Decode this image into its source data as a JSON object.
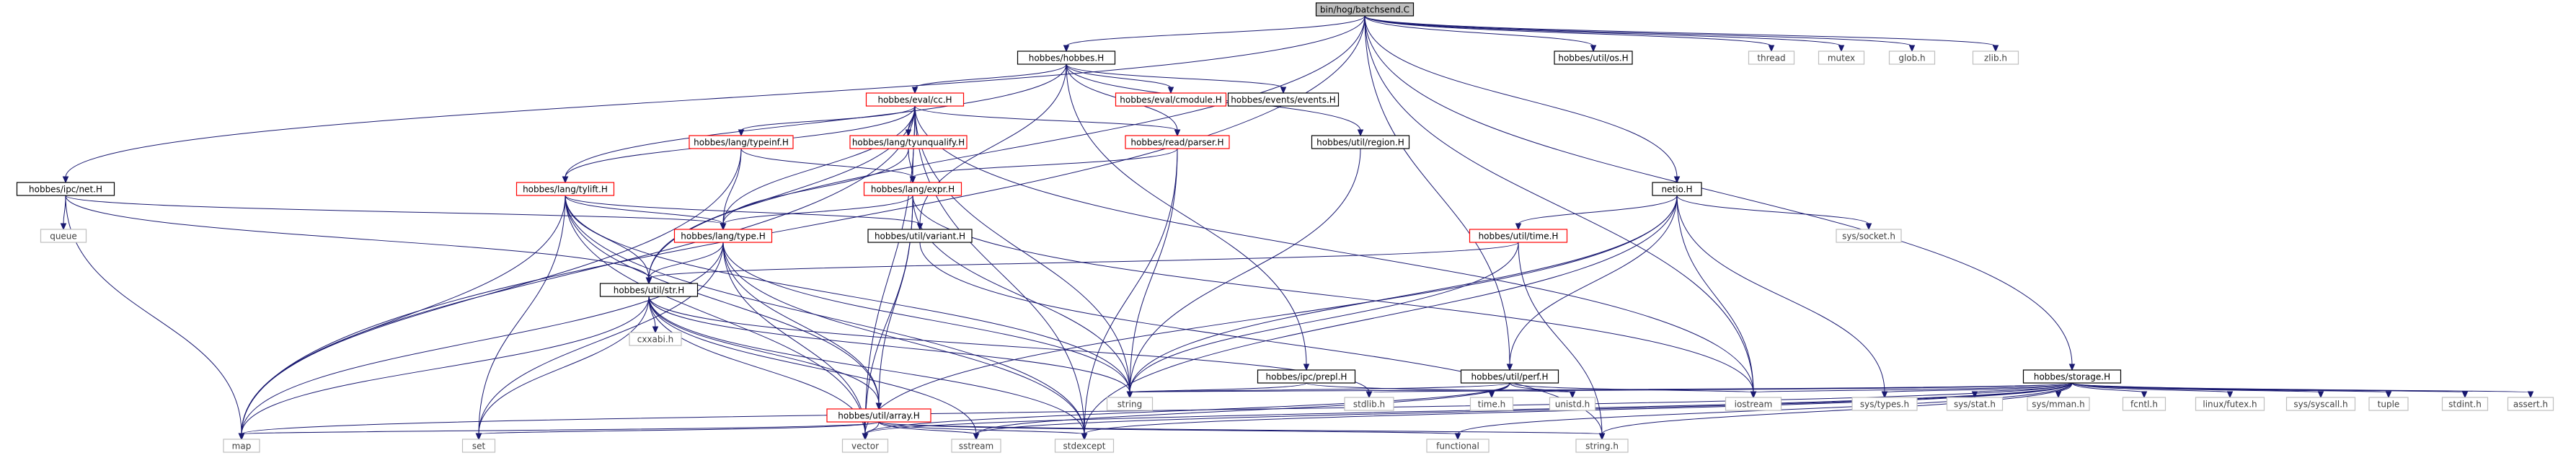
{
  "colors": {
    "edge": "#191970",
    "root_fill": "#bfbfbf",
    "node_fill": "#ffffff",
    "documented_border": "#000000",
    "undocumented_border": "#ff0000",
    "system_border": "#bfbfbf",
    "system_text": "#404040"
  },
  "nodes": [
    {
      "id": "root",
      "label": "bin/hog/batchsend.C",
      "kind": "root"
    },
    {
      "id": "hobbes_h",
      "label": "hobbes/hobbes.H",
      "kind": "doc"
    },
    {
      "id": "util_os",
      "label": "hobbes/util/os.H",
      "kind": "doc"
    },
    {
      "id": "thread",
      "label": "thread",
      "kind": "sys"
    },
    {
      "id": "mutex",
      "label": "mutex",
      "kind": "sys"
    },
    {
      "id": "glob",
      "label": "glob.h",
      "kind": "sys"
    },
    {
      "id": "zlib",
      "label": "zlib.h",
      "kind": "sys"
    },
    {
      "id": "eval_cc",
      "label": "hobbes/eval/cc.H",
      "kind": "red"
    },
    {
      "id": "eval_cmodule",
      "label": "hobbes/eval/cmodule.H",
      "kind": "red"
    },
    {
      "id": "events",
      "label": "hobbes/events/events.H",
      "kind": "doc"
    },
    {
      "id": "typeinf",
      "label": "hobbes/lang/typeinf.H",
      "kind": "red"
    },
    {
      "id": "tyunqualify",
      "label": "hobbes/lang/tyunqualify.H",
      "kind": "red"
    },
    {
      "id": "parser",
      "label": "hobbes/read/parser.H",
      "kind": "red"
    },
    {
      "id": "region",
      "label": "hobbes/util/region.H",
      "kind": "doc"
    },
    {
      "id": "ipc_net",
      "label": "hobbes/ipc/net.H",
      "kind": "doc"
    },
    {
      "id": "queue",
      "label": "queue",
      "kind": "sys"
    },
    {
      "id": "tylift",
      "label": "hobbes/lang/tylift.H",
      "kind": "red"
    },
    {
      "id": "expr",
      "label": "hobbes/lang/expr.H",
      "kind": "red"
    },
    {
      "id": "type",
      "label": "hobbes/lang/type.H",
      "kind": "red"
    },
    {
      "id": "variant",
      "label": "hobbes/util/variant.H",
      "kind": "doc"
    },
    {
      "id": "netio",
      "label": "netio.H",
      "kind": "doc"
    },
    {
      "id": "socket",
      "label": "sys/socket.h",
      "kind": "sys"
    },
    {
      "id": "util_time",
      "label": "hobbes/util/time.H",
      "kind": "red"
    },
    {
      "id": "util_str",
      "label": "hobbes/util/str.H",
      "kind": "doc"
    },
    {
      "id": "prepl",
      "label": "hobbes/ipc/prepl.H",
      "kind": "doc"
    },
    {
      "id": "perf",
      "label": "hobbes/util/perf.H",
      "kind": "doc"
    },
    {
      "id": "storage",
      "label": "hobbes/storage.H",
      "kind": "doc"
    },
    {
      "id": "cxxabi",
      "label": "cxxabi.h",
      "kind": "sys"
    },
    {
      "id": "string",
      "label": "string",
      "kind": "sys"
    },
    {
      "id": "stdlib",
      "label": "stdlib.h",
      "kind": "sys"
    },
    {
      "id": "time_h",
      "label": "time.h",
      "kind": "sys"
    },
    {
      "id": "unistd",
      "label": "unistd.h",
      "kind": "sys"
    },
    {
      "id": "iostream",
      "label": "iostream",
      "kind": "sys"
    },
    {
      "id": "systypes",
      "label": "sys/types.h",
      "kind": "sys"
    },
    {
      "id": "sysstat",
      "label": "sys/stat.h",
      "kind": "sys"
    },
    {
      "id": "sysmman",
      "label": "sys/mman.h",
      "kind": "sys"
    },
    {
      "id": "fcntl",
      "label": "fcntl.h",
      "kind": "sys"
    },
    {
      "id": "futex",
      "label": "linux/futex.h",
      "kind": "sys"
    },
    {
      "id": "syscall",
      "label": "sys/syscall.h",
      "kind": "sys"
    },
    {
      "id": "tuple",
      "label": "tuple",
      "kind": "sys"
    },
    {
      "id": "stdint",
      "label": "stdint.h",
      "kind": "sys"
    },
    {
      "id": "assert",
      "label": "assert.h",
      "kind": "sys"
    },
    {
      "id": "array",
      "label": "hobbes/util/array.H",
      "kind": "red"
    },
    {
      "id": "map",
      "label": "map",
      "kind": "sys"
    },
    {
      "id": "set",
      "label": "set",
      "kind": "sys"
    },
    {
      "id": "vector",
      "label": "vector",
      "kind": "sys"
    },
    {
      "id": "sstream",
      "label": "sstream",
      "kind": "sys"
    },
    {
      "id": "stdexcept",
      "label": "stdexcept",
      "kind": "sys"
    },
    {
      "id": "functional",
      "label": "functional",
      "kind": "sys"
    },
    {
      "id": "stringh",
      "label": "string.h",
      "kind": "sys"
    }
  ],
  "edges": [
    [
      "root",
      "hobbes_h"
    ],
    [
      "root",
      "util_os"
    ],
    [
      "root",
      "thread"
    ],
    [
      "root",
      "mutex"
    ],
    [
      "root",
      "glob"
    ],
    [
      "root",
      "zlib"
    ],
    [
      "root",
      "ipc_net"
    ],
    [
      "root",
      "util_str"
    ],
    [
      "root",
      "netio"
    ],
    [
      "root",
      "perf"
    ],
    [
      "root",
      "storage"
    ],
    [
      "root",
      "map"
    ],
    [
      "root",
      "iostream"
    ],
    [
      "hobbes_h",
      "eval_cc"
    ],
    [
      "hobbes_h",
      "eval_cmodule"
    ],
    [
      "hobbes_h",
      "events"
    ],
    [
      "hobbes_h",
      "parser"
    ],
    [
      "hobbes_h",
      "region"
    ],
    [
      "hobbes_h",
      "prepl"
    ],
    [
      "hobbes_h",
      "tylift"
    ],
    [
      "hobbes_h",
      "variant"
    ],
    [
      "eval_cc",
      "typeinf"
    ],
    [
      "eval_cc",
      "tyunqualify"
    ],
    [
      "eval_cc",
      "parser"
    ],
    [
      "eval_cc",
      "tylift"
    ],
    [
      "eval_cc",
      "expr"
    ],
    [
      "eval_cc",
      "type"
    ],
    [
      "eval_cc",
      "util_str"
    ],
    [
      "eval_cc",
      "string"
    ],
    [
      "eval_cc",
      "map"
    ],
    [
      "eval_cc",
      "vector"
    ],
    [
      "eval_cc",
      "stdexcept"
    ],
    [
      "eval_cc",
      "iostream"
    ],
    [
      "typeinf",
      "type"
    ],
    [
      "typeinf",
      "expr"
    ],
    [
      "typeinf",
      "map"
    ],
    [
      "tyunqualify",
      "expr"
    ],
    [
      "tyunqualify",
      "type"
    ],
    [
      "parser",
      "expr"
    ],
    [
      "parser",
      "string"
    ],
    [
      "parser",
      "stdexcept"
    ],
    [
      "region",
      "string"
    ],
    [
      "ipc_net",
      "queue"
    ],
    [
      "ipc_net",
      "type"
    ],
    [
      "ipc_net",
      "util_str"
    ],
    [
      "ipc_net",
      "map"
    ],
    [
      "tylift",
      "type"
    ],
    [
      "tylift",
      "util_str"
    ],
    [
      "tylift",
      "array"
    ],
    [
      "tylift",
      "variant"
    ],
    [
      "tylift",
      "string"
    ],
    [
      "tylift",
      "set"
    ],
    [
      "tylift",
      "vector"
    ],
    [
      "tylift",
      "map"
    ],
    [
      "tylift",
      "stdexcept"
    ],
    [
      "expr",
      "type"
    ],
    [
      "expr",
      "array"
    ],
    [
      "expr",
      "string"
    ],
    [
      "expr",
      "iostream"
    ],
    [
      "expr",
      "vector"
    ],
    [
      "type",
      "util_str"
    ],
    [
      "type",
      "array"
    ],
    [
      "type",
      "map"
    ],
    [
      "type",
      "set"
    ],
    [
      "type",
      "vector"
    ],
    [
      "type",
      "string"
    ],
    [
      "type",
      "stdexcept"
    ],
    [
      "variant",
      "stringh"
    ],
    [
      "netio",
      "socket"
    ],
    [
      "netio",
      "util_time"
    ],
    [
      "netio",
      "perf"
    ],
    [
      "netio",
      "iostream"
    ],
    [
      "netio",
      "systypes"
    ],
    [
      "netio",
      "string"
    ],
    [
      "netio",
      "stdexcept"
    ],
    [
      "netio",
      "vector"
    ],
    [
      "util_time",
      "util_str"
    ],
    [
      "util_time",
      "string"
    ],
    [
      "util_time",
      "stringh"
    ],
    [
      "prepl",
      "string"
    ],
    [
      "prepl",
      "unistd"
    ],
    [
      "perf",
      "string"
    ],
    [
      "perf",
      "time_h"
    ],
    [
      "perf",
      "unistd"
    ],
    [
      "perf",
      "iostream"
    ],
    [
      "perf",
      "vector"
    ],
    [
      "perf",
      "sstream"
    ],
    [
      "util_str",
      "cxxabi"
    ],
    [
      "util_str",
      "array"
    ],
    [
      "util_str",
      "string"
    ],
    [
      "util_str",
      "stdlib"
    ],
    [
      "util_str",
      "map"
    ],
    [
      "util_str",
      "set"
    ],
    [
      "util_str",
      "vector"
    ],
    [
      "util_str",
      "sstream"
    ],
    [
      "util_str",
      "stdexcept"
    ],
    [
      "array",
      "map"
    ],
    [
      "array",
      "set"
    ],
    [
      "array",
      "vector"
    ],
    [
      "array",
      "sstream"
    ],
    [
      "array",
      "stdexcept"
    ],
    [
      "array",
      "functional"
    ],
    [
      "array",
      "stringh"
    ],
    [
      "storage",
      "string"
    ],
    [
      "storage",
      "stdlib"
    ],
    [
      "storage",
      "iostream"
    ],
    [
      "storage",
      "systypes"
    ],
    [
      "storage",
      "sysstat"
    ],
    [
      "storage",
      "sysmman"
    ],
    [
      "storage",
      "fcntl"
    ],
    [
      "storage",
      "futex"
    ],
    [
      "storage",
      "syscall"
    ],
    [
      "storage",
      "tuple"
    ],
    [
      "storage",
      "stdint"
    ],
    [
      "storage",
      "assert"
    ],
    [
      "storage",
      "map"
    ],
    [
      "storage",
      "vector"
    ],
    [
      "storage",
      "sstream"
    ],
    [
      "storage",
      "stdexcept"
    ],
    [
      "storage",
      "functional"
    ],
    [
      "storage",
      "stringh"
    ]
  ]
}
